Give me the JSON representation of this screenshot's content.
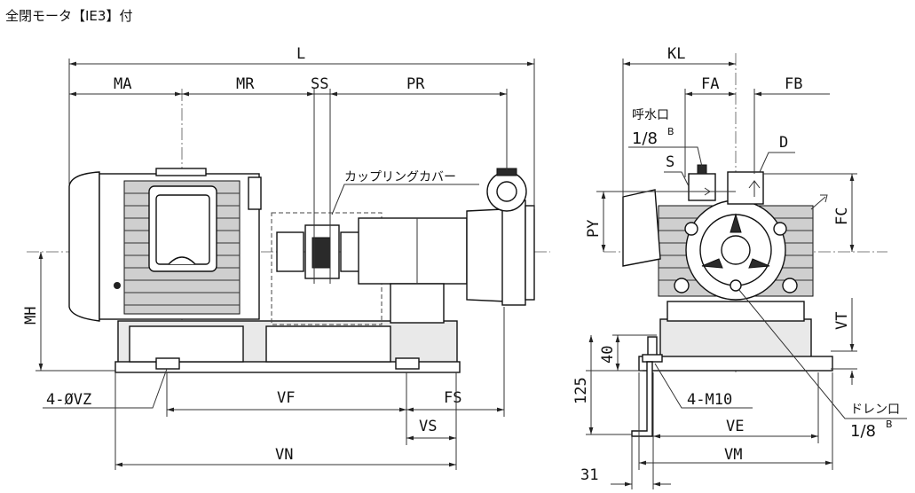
{
  "title": "全閉モータ【IE3】付",
  "side_view": {
    "dims": {
      "L": "L",
      "MA": "MA",
      "MR": "MR",
      "SS": "SS",
      "PR": "PR",
      "MH": "MH",
      "VZ": "4-ØVZ",
      "VF": "VF",
      "FS": "FS",
      "VS": "VS",
      "VN": "VN"
    },
    "coupling_cover": "カップリングカバー"
  },
  "front_view": {
    "dims": {
      "KL": "KL",
      "FA": "FA",
      "FB": "FB",
      "PY": "PY",
      "FC": "FC",
      "VT": "VT",
      "d40": "40",
      "d125": "125",
      "M10": "4-M10",
      "VE": "VE",
      "VM": "VM",
      "d31": "31"
    },
    "priming_label": "呼水口",
    "priming_size": "1/8",
    "priming_sup": "B",
    "drain_label": "ドレン口",
    "drain_size": "1/8",
    "drain_sup": "B",
    "S": "S",
    "D": "D"
  }
}
